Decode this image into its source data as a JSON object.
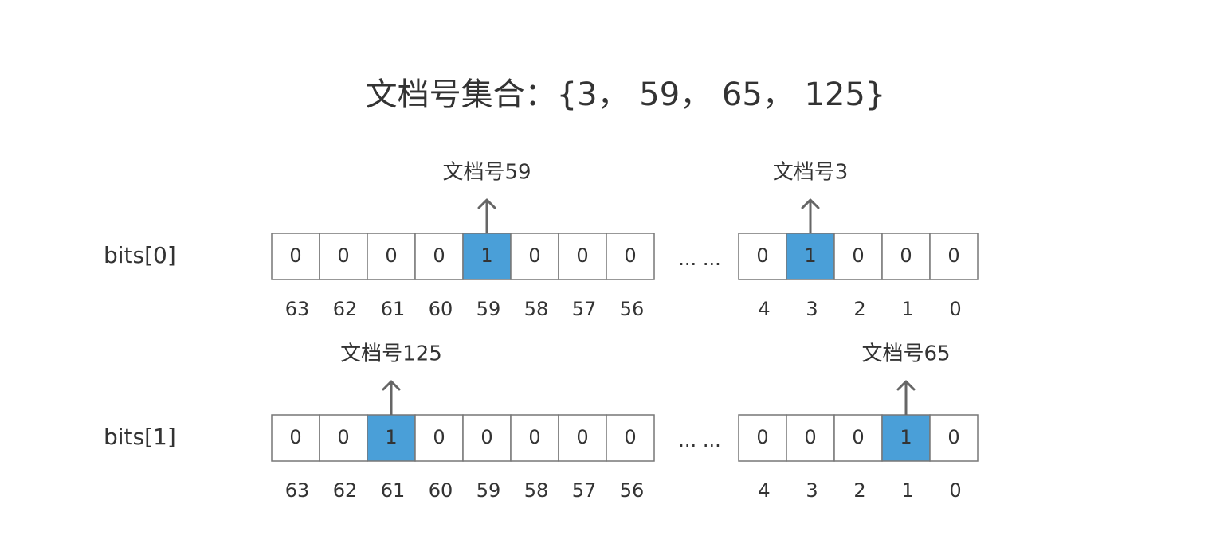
{
  "title": "文档号集合：{3， 59， 65， 125}",
  "rows": [
    {
      "label": "bits[0]",
      "ellipsis": "... ...",
      "left": {
        "bits": [
          "0",
          "0",
          "0",
          "0",
          "1",
          "0",
          "0",
          "0"
        ],
        "indices": [
          "63",
          "62",
          "61",
          "60",
          "59",
          "58",
          "57",
          "56"
        ]
      },
      "right": {
        "bits": [
          "0",
          "1",
          "0",
          "0",
          "0"
        ],
        "indices": [
          "4",
          "3",
          "2",
          "1",
          "0"
        ]
      },
      "highlights": [
        {
          "block": "left",
          "index": 4,
          "label": "文档号59"
        },
        {
          "block": "right",
          "index": 1,
          "label": "文档号3"
        }
      ]
    },
    {
      "label": "bits[1]",
      "ellipsis": "... ...",
      "left": {
        "bits": [
          "0",
          "0",
          "1",
          "0",
          "0",
          "0",
          "0",
          "0"
        ],
        "indices": [
          "63",
          "62",
          "61",
          "60",
          "59",
          "58",
          "57",
          "56"
        ]
      },
      "right": {
        "bits": [
          "0",
          "0",
          "0",
          "1",
          "0"
        ],
        "indices": [
          "4",
          "3",
          "2",
          "1",
          "0"
        ]
      },
      "highlights": [
        {
          "block": "left",
          "index": 2,
          "label": "文档号125"
        },
        {
          "block": "right",
          "index": 3,
          "label": "文档号65"
        }
      ]
    }
  ],
  "colors": {
    "highlight_fill": "#4a9fd8",
    "cell_stroke": "#777777",
    "arrow": "#666666",
    "text": "#333333"
  }
}
